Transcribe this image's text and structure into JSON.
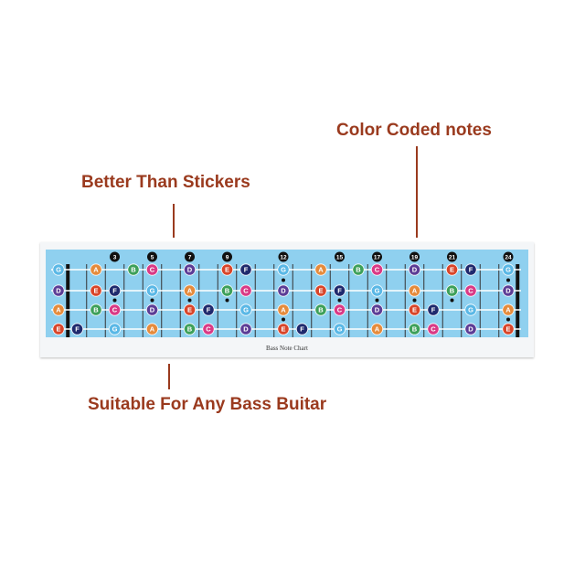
{
  "callouts": {
    "top_right": "Color Coded notes",
    "top_left": "Better Than Stickers",
    "bottom": "Suitable For Any Bass Buitar"
  },
  "chart": {
    "caption": "Bass Note Chart",
    "fret_markers": [
      "3",
      "5",
      "7",
      "9",
      "12",
      "15",
      "17",
      "19",
      "21",
      "24"
    ],
    "strings": [
      {
        "name": "G",
        "notes": [
          "G",
          "",
          "A",
          "",
          "B",
          "C",
          "",
          "D",
          "",
          "E",
          "F",
          "",
          "G",
          "",
          "A",
          "",
          "B",
          "C",
          "",
          "D",
          "",
          "E",
          "F",
          "",
          "G"
        ]
      },
      {
        "name": "D",
        "notes": [
          "D",
          "",
          "E",
          "F",
          "",
          "G",
          "",
          "A",
          "",
          "B",
          "C",
          "",
          "D",
          "",
          "E",
          "F",
          "",
          "G",
          "",
          "A",
          "",
          "B",
          "C",
          "",
          "D"
        ]
      },
      {
        "name": "A",
        "notes": [
          "A",
          "",
          "B",
          "C",
          "",
          "D",
          "",
          "E",
          "F",
          "",
          "G",
          "",
          "A",
          "",
          "B",
          "C",
          "",
          "D",
          "",
          "E",
          "F",
          "",
          "G",
          "",
          "A"
        ]
      },
      {
        "name": "E",
        "notes": [
          "E",
          "F",
          "",
          "G",
          "",
          "A",
          "",
          "B",
          "C",
          "",
          "D",
          "",
          "E",
          "F",
          "",
          "G",
          "",
          "A",
          "",
          "B",
          "C",
          "",
          "D",
          "",
          "E"
        ]
      }
    ]
  },
  "colors": {
    "board": "#8fd0ef",
    "C": "#d93a86",
    "D": "#5c3d96",
    "E": "#d8452a",
    "F": "#1f2a6e",
    "G": "#5ab8e6",
    "A": "#e58b3c",
    "B": "#3da05a",
    "accent": "#9a3a1e"
  }
}
